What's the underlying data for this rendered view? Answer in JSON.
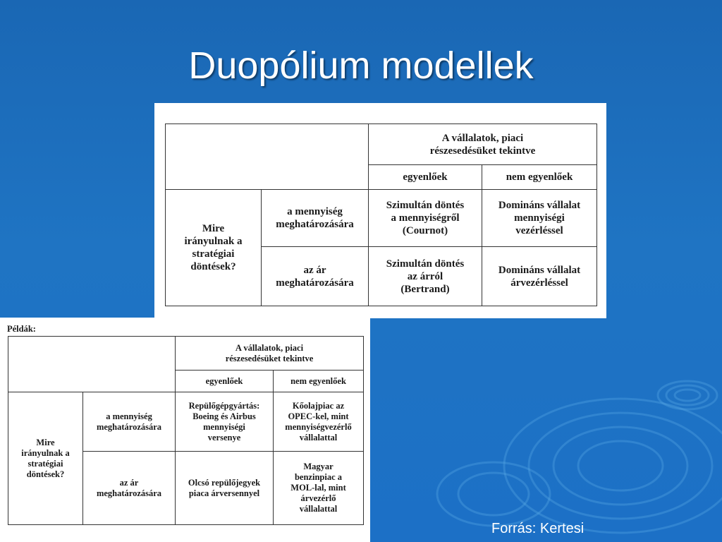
{
  "slide": {
    "title": "Duopólium modellek",
    "source": "Forrás: Kertesi"
  },
  "table1": {
    "header_span": "A vállalatok, piaci\nrészesedésüket tekintve",
    "col_equal": "egyenlőek",
    "col_unequal": "nem egyenlőek",
    "row_group": "Mire\nirányulnak a\nstratégiai\ndöntések?",
    "row_quantity": "a mennyiség\nmeghatározására",
    "row_price": "az ár\nmeghatározására",
    "cells": {
      "q_equal": "Szimultán döntés\na mennyiségről\n(Cournot)",
      "q_unequal": "Domináns vállalat\nmennyiségi\nvezérléssel",
      "p_equal": "Szimultán döntés\naz árról\n(Bertrand)",
      "p_unequal": "Domináns vállalat\nárvezérléssel"
    }
  },
  "table2": {
    "caption": "Példák:",
    "header_span": "A vállalatok, piaci\nrészesedésüket tekintve",
    "col_equal": "egyenlőek",
    "col_unequal": "nem egyenlőek",
    "row_group": "Mire\nirányulnak a\nstratégiai\ndöntések?",
    "row_quantity": "a mennyiség\nmeghatározására",
    "row_price": "az ár\nmeghatározására",
    "cells": {
      "q_equal": "Repülőgépgyártás:\nBoeing és Airbus\nmennyiségi\nversenye",
      "q_unequal": "Kőolajpiac az\nOPEC-kel, mint\nmennyiségvezérlő\nvállalattal",
      "p_equal": "Olcsó repülőjegyek\npiaca árversennyel",
      "p_unequal": "Magyar\nbenzinpiac a\nMOL-lal, mint\nárvezérlő\nvállalattal"
    }
  }
}
